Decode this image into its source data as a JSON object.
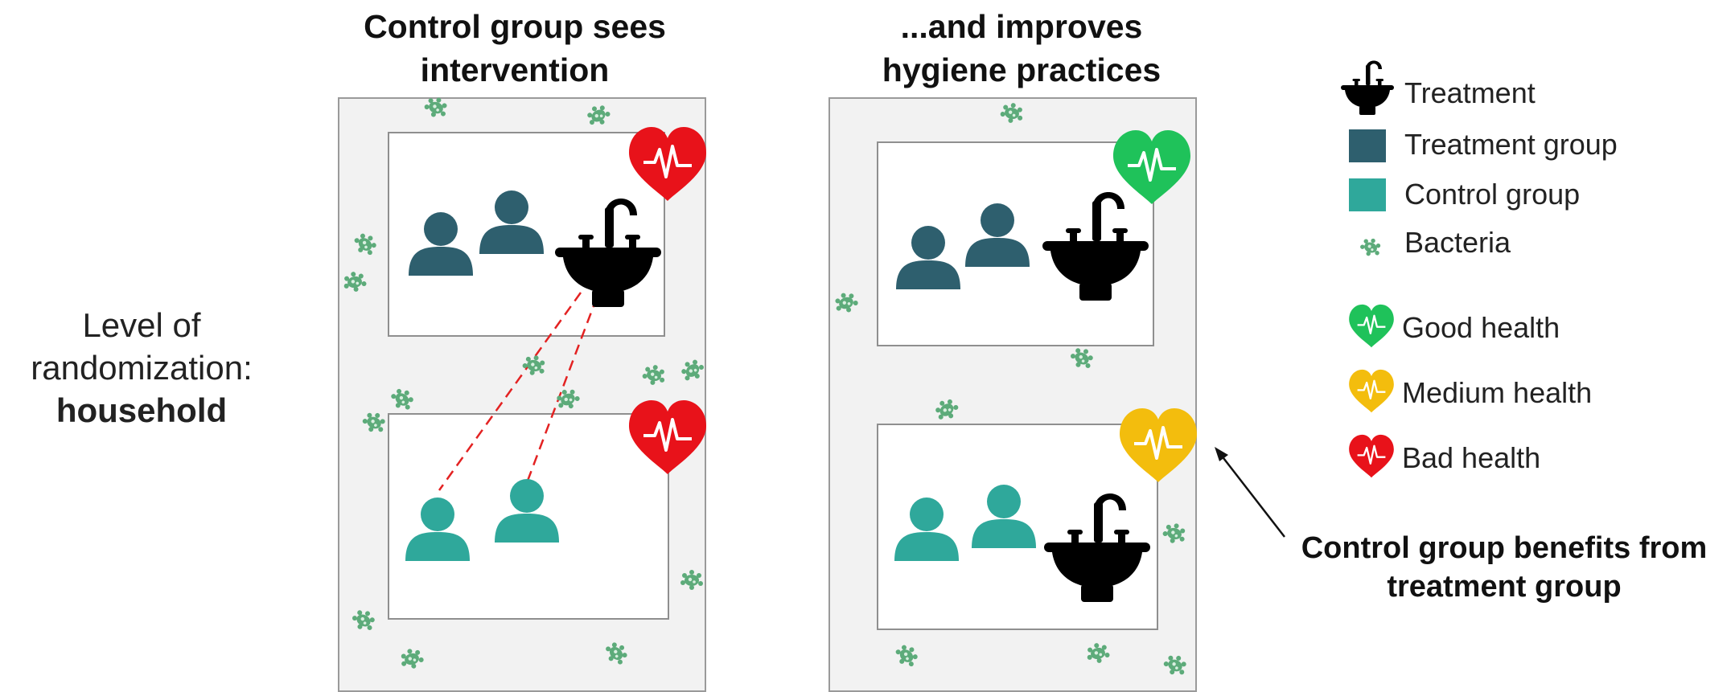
{
  "panels": [
    {
      "title_line1": "Control group sees",
      "title_line2": "intervention"
    },
    {
      "title_line1": "...and improves",
      "title_line2": "hygiene practices"
    }
  ],
  "level": {
    "line1": "Level of",
    "line2": "randomization:",
    "value": "household"
  },
  "legend": {
    "treatment": "Treatment",
    "treatment_group": "Treatment group",
    "control_group": "Control group",
    "bacteria": "Bacteria",
    "good_health": "Good health",
    "medium_health": "Medium health",
    "bad_health": "Bad health"
  },
  "note": {
    "line1": "Control group benefits from",
    "line2": "treatment group"
  },
  "colors": {
    "treatment_group": "#2e5f6e",
    "control_group": "#2fa89b",
    "good_health": "#1fc25a",
    "medium_health": "#f3bd0d",
    "bad_health": "#e8121a",
    "bacteria": "#5dab7a",
    "spillover_line": "#e32222"
  },
  "icons": [
    "sink-icon",
    "person-icon",
    "heart-pulse-icon",
    "bacteria-icon"
  ]
}
